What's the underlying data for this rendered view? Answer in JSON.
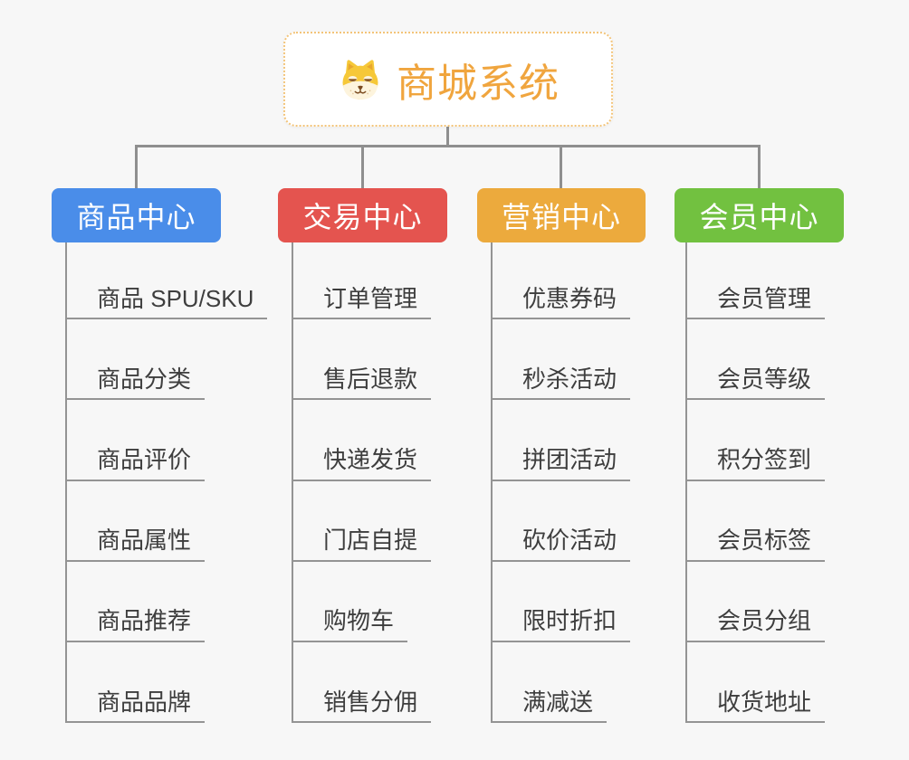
{
  "root": {
    "title": "商城系统",
    "title_color": "#f0a53e",
    "border_color": "#f3c479",
    "icon": "dog-face-icon"
  },
  "connectors": {
    "color": "#8f8f8f"
  },
  "leaf_text_color": "#3e3e3e",
  "branches": [
    {
      "label": "商品中心",
      "color": "#4a8de9",
      "items": [
        "商品 SPU/SKU",
        "商品分类",
        "商品评价",
        "商品属性",
        "商品推荐",
        "商品品牌"
      ]
    },
    {
      "label": "交易中心",
      "color": "#e4544f",
      "items": [
        "订单管理",
        "售后退款",
        "快递发货",
        "门店自提",
        "购物车",
        "销售分佣"
      ]
    },
    {
      "label": "营销中心",
      "color": "#ecaa3d",
      "items": [
        "优惠券码",
        "秒杀活动",
        "拼团活动",
        "砍价活动",
        "限时折扣",
        "满减送"
      ]
    },
    {
      "label": "会员中心",
      "color": "#72c140",
      "items": [
        "会员管理",
        "会员等级",
        "积分签到",
        "会员标签",
        "会员分组",
        "收货地址"
      ]
    }
  ]
}
